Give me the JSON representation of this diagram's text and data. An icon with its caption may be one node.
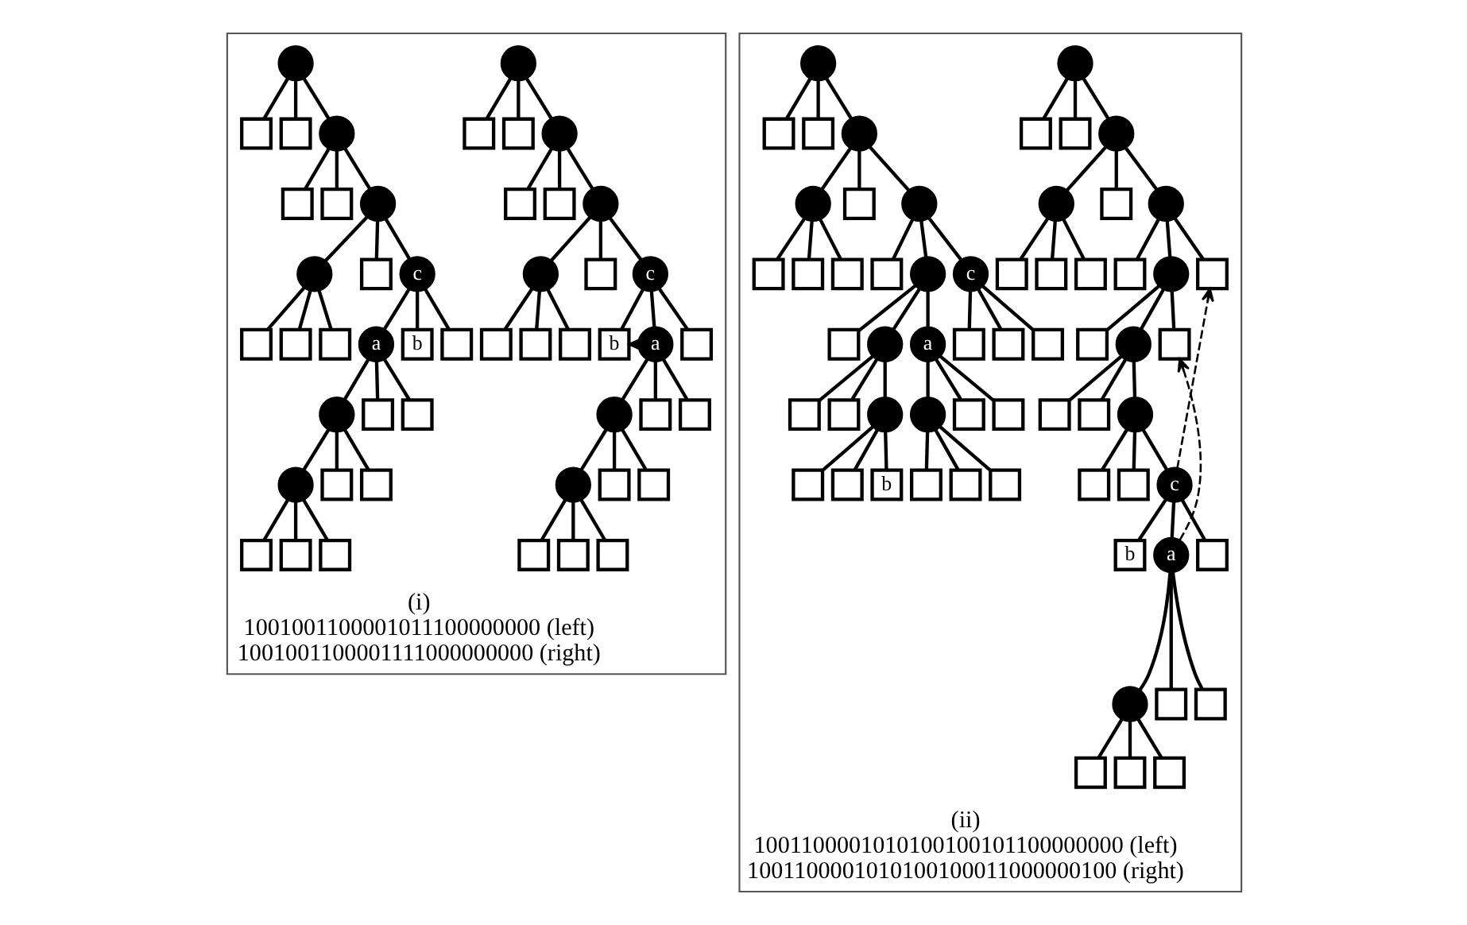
{
  "diagram": {
    "nodes": [
      {
        "text": [
          "(i)",
          "1001001100001011100000000 (left)",
          "1001001100001111000000000 (right)"
        ]
      },
      {
        "text": [],
        "shape": "circle",
        "in": 0
      },
      {
        "text": [],
        "shape": "box",
        "in": 0
      },
      {
        "text": [],
        "shape": "box",
        "in": 0
      },
      {
        "text": [],
        "shape": "circle",
        "in": 0
      },
      {
        "text": [],
        "shape": "box",
        "in": 0
      },
      {
        "text": [],
        "shape": "box",
        "in": 0
      },
      {
        "text": [],
        "shape": "circle",
        "in": 0
      },
      {
        "text": [],
        "shape": "circle",
        "in": 0
      },
      {
        "text": [],
        "shape": "box",
        "in": 0
      },
      {
        "text": [],
        "shape": "box",
        "in": 0
      },
      {
        "text": [],
        "shape": "box",
        "in": 0
      },
      {
        "text": [],
        "shape": "box",
        "in": 0
      },
      {
        "text": [
          "c"
        ],
        "in": 0
      },
      {
        "text": [
          "b"
        ],
        "in": 0
      },
      {
        "text": [
          "a"
        ],
        "in": 0
      },
      {
        "text": [],
        "shape": "circle",
        "in": 0
      },
      {
        "text": [],
        "shape": "circle",
        "in": 0
      },
      {
        "text": [],
        "shape": "box",
        "in": 0
      },
      {
        "text": [],
        "shape": "box",
        "in": 0
      },
      {
        "text": [],
        "shape": "box",
        "in": 0
      },
      {
        "text": [],
        "shape": "box",
        "in": 0
      },
      {
        "text": [],
        "shape": "box",
        "in": 0
      },
      {
        "text": [],
        "shape": "box",
        "in": 0
      },
      {
        "text": [],
        "shape": "box",
        "in": 0
      },
      {
        "text": [],
        "shape": "box",
        "in": 0
      },
      {
        "text": [],
        "shape": "circle",
        "in": 0
      },
      {
        "text": [],
        "shape": "box",
        "in": 0
      },
      {
        "text": [],
        "shape": "box",
        "in": 0
      },
      {
        "text": [],
        "shape": "circle",
        "in": 0
      },
      {
        "text": [],
        "shape": "box",
        "in": 0
      },
      {
        "text": [],
        "shape": "box",
        "in": 0
      },
      {
        "text": [],
        "shape": "circle",
        "in": 0
      },
      {
        "text": [],
        "shape": "circle",
        "in": 0
      },
      {
        "text": [],
        "shape": "box",
        "in": 0
      },
      {
        "text": [],
        "shape": "box",
        "in": 0
      },
      {
        "text": [],
        "shape": "box",
        "in": 0
      },
      {
        "text": [],
        "shape": "box",
        "in": 0
      },
      {
        "text": [
          "c"
        ],
        "in": 0
      },
      {
        "text": [
          "a"
        ],
        "in": 0
      },
      {
        "text": [],
        "shape": "circle",
        "in": 0
      },
      {
        "text": [],
        "shape": "circle",
        "in": 0
      },
      {
        "text": [],
        "shape": "box",
        "in": 0
      },
      {
        "text": [],
        "shape": "box",
        "in": 0
      },
      {
        "text": [],
        "shape": "box",
        "in": 0
      },
      {
        "text": [],
        "shape": "box",
        "in": 0
      },
      {
        "text": [],
        "shape": "box",
        "in": 0
      },
      {
        "text": [],
        "shape": "box",
        "in": 0
      },
      {
        "text": [],
        "shape": "box",
        "in": 0
      },
      {
        "text": [
          "b"
        ],
        "in": 0
      },
      {
        "text": [],
        "shape": "box",
        "in": 0
      },
      {
        "text": [
          "(ii)",
          "1001100001010100100101100000000 (left)",
          "1001100001010100100011000000100 (right)"
        ]
      },
      {
        "text": [],
        "shape": "circle",
        "in": 51
      },
      {
        "text": [],
        "shape": "box",
        "in": 51
      },
      {
        "text": [],
        "shape": "box",
        "in": 51
      },
      {
        "text": [],
        "shape": "circle",
        "in": 51
      },
      {
        "text": [],
        "shape": "circle",
        "in": 51
      },
      {
        "text": [],
        "shape": "box",
        "in": 51
      },
      {
        "text": [],
        "shape": "box",
        "in": 51
      },
      {
        "text": [],
        "shape": "box",
        "in": 51
      },
      {
        "text": [],
        "shape": "box",
        "in": 51
      },
      {
        "text": [],
        "shape": "circle",
        "in": 51
      },
      {
        "text": [],
        "shape": "box",
        "in": 51
      },
      {
        "text": [],
        "shape": "circle",
        "in": 51
      },
      {
        "text": [],
        "shape": "box",
        "in": 51
      },
      {
        "text": [],
        "shape": "circle",
        "in": 51
      },
      {
        "text": [],
        "shape": "box",
        "in": 51
      },
      {
        "text": [],
        "shape": "box",
        "in": 51
      },
      {
        "text": [],
        "shape": "circle",
        "in": 51
      },
      {
        "text": [],
        "shape": "box",
        "in": 51
      },
      {
        "text": [],
        "shape": "box",
        "in": 51
      },
      {
        "text": [
          "c"
        ],
        "in": 51
      },
      {
        "text": [
          "b"
        ],
        "in": 51
      },
      {
        "text": [
          "a"
        ],
        "in": 51
      },
      {
        "text": [],
        "shape": "circle",
        "in": 51
      },
      {
        "text": [],
        "shape": "box",
        "in": 51
      },
      {
        "text": [],
        "shape": "box",
        "in": 51
      },
      {
        "text": [],
        "shape": "box",
        "in": 51
      },
      {
        "text": [],
        "shape": "box",
        "in": 51
      },
      {
        "text": [],
        "shape": "box",
        "in": 51
      },
      {
        "text": [],
        "shape": "box",
        "in": 51
      },
      {
        "text": [],
        "shape": "box",
        "in": 51
      },
      {
        "text": [],
        "shape": "box",
        "in": 51
      },
      {
        "text": [],
        "shape": "circle",
        "in": 51
      },
      {
        "text": [],
        "shape": "box",
        "in": 51
      },
      {
        "text": [],
        "shape": "box",
        "in": 51
      },
      {
        "text": [],
        "shape": "circle",
        "in": 51
      },
      {
        "text": [],
        "shape": "circle",
        "in": 51
      },
      {
        "text": [],
        "shape": "box",
        "in": 51
      },
      {
        "text": [],
        "shape": "box",
        "in": 51
      },
      {
        "text": [],
        "shape": "box",
        "in": 51
      },
      {
        "text": [],
        "shape": "box",
        "in": 51
      },
      {
        "text": [],
        "shape": "circle",
        "in": 51
      },
      {
        "text": [],
        "shape": "box",
        "in": 51
      },
      {
        "text": [],
        "shape": "circle",
        "in": 51
      },
      {
        "text": [],
        "shape": "box",
        "in": 51
      },
      {
        "text": [],
        "shape": "circle",
        "in": 51
      },
      {
        "text": [],
        "shape": "box",
        "in": 51
      },
      {
        "text": [],
        "shape": "box",
        "in": 51
      },
      {
        "text": [],
        "shape": "circle",
        "in": 51
      },
      {
        "text": [],
        "shape": "box",
        "in": 51
      },
      {
        "text": [],
        "shape": "box",
        "in": 51
      },
      {
        "text": [
          "b"
        ],
        "in": 51
      },
      {
        "text": [
          "a"
        ],
        "in": 51
      },
      {
        "text": [],
        "shape": "circle",
        "in": 51
      },
      {
        "text": [],
        "shape": "box",
        "in": 51
      },
      {
        "text": [],
        "shape": "box",
        "in": 51
      },
      {
        "text": [],
        "shape": "box",
        "in": 51
      },
      {
        "text": [],
        "shape": "box",
        "in": 51
      },
      {
        "text": [],
        "shape": "box",
        "in": 51
      },
      {
        "text": [
          "c"
        ],
        "in": 51
      },
      {
        "text": [],
        "shape": "box",
        "in": 51
      },
      {
        "text": [],
        "shape": "box",
        "in": 51
      },
      {
        "text": [],
        "shape": "box",
        "in": 51
      }
    ],
    "edges": [
      {
        "from": 1,
        "to": 2,
        "arrow": "none"
      },
      {
        "from": 1,
        "to": 3,
        "arrow": "none"
      },
      {
        "from": 1,
        "to": 4,
        "arrow": "none"
      },
      {
        "from": 4,
        "to": 5,
        "arrow": "none"
      },
      {
        "from": 4,
        "to": 6,
        "arrow": "none"
      },
      {
        "from": 4,
        "to": 7,
        "arrow": "none"
      },
      {
        "from": 7,
        "to": 8,
        "arrow": "none"
      },
      {
        "from": 8,
        "to": 9,
        "arrow": "none"
      },
      {
        "from": 8,
        "to": 10,
        "arrow": "none"
      },
      {
        "from": 8,
        "to": 11,
        "arrow": "none"
      },
      {
        "from": 7,
        "to": 12,
        "arrow": "none"
      },
      {
        "from": 7,
        "to": 13,
        "arrow": "none"
      },
      {
        "from": 13,
        "to": 14,
        "arrow": "none"
      },
      {
        "from": 13,
        "to": 15,
        "arrow": "none"
      },
      {
        "from": 15,
        "to": 16,
        "arrow": "none"
      },
      {
        "from": 16,
        "to": 17,
        "arrow": "none"
      },
      {
        "from": 17,
        "to": 18,
        "arrow": "none"
      },
      {
        "from": 17,
        "to": 19,
        "arrow": "none"
      },
      {
        "from": 17,
        "to": 20,
        "arrow": "none"
      },
      {
        "from": 16,
        "to": 21,
        "arrow": "none"
      },
      {
        "from": 16,
        "to": 22,
        "arrow": "none"
      },
      {
        "from": 15,
        "to": 23,
        "arrow": "none"
      },
      {
        "from": 15,
        "to": 24,
        "arrow": "none"
      },
      {
        "from": 13,
        "to": 25,
        "arrow": "none"
      },
      {
        "from": 15,
        "to": 14,
        "arrow": "to",
        "style": "dashed"
      },
      {
        "from": 26,
        "to": 27,
        "arrow": "none"
      },
      {
        "from": 26,
        "to": 28,
        "arrow": "none"
      },
      {
        "from": 26,
        "to": 29,
        "arrow": "none"
      },
      {
        "from": 29,
        "to": 30,
        "arrow": "none"
      },
      {
        "from": 29,
        "to": 31,
        "arrow": "none"
      },
      {
        "from": 29,
        "to": 32,
        "arrow": "none"
      },
      {
        "from": 32,
        "to": 33,
        "arrow": "none"
      },
      {
        "from": 33,
        "to": 34,
        "arrow": "none"
      },
      {
        "from": 33,
        "to": 35,
        "arrow": "none"
      },
      {
        "from": 33,
        "to": 36,
        "arrow": "none"
      },
      {
        "from": 32,
        "to": 37,
        "arrow": "none"
      },
      {
        "from": 32,
        "to": 38,
        "arrow": "none"
      },
      {
        "from": 38,
        "to": 39,
        "arrow": "none"
      },
      {
        "from": 39,
        "to": 40,
        "arrow": "none"
      },
      {
        "from": 40,
        "to": 41,
        "arrow": "none"
      },
      {
        "from": 41,
        "to": 42,
        "arrow": "none"
      },
      {
        "from": 41,
        "to": 43,
        "arrow": "none"
      },
      {
        "from": 41,
        "to": 44,
        "arrow": "none"
      },
      {
        "from": 40,
        "to": 45,
        "arrow": "none"
      },
      {
        "from": 40,
        "to": 46,
        "arrow": "none"
      },
      {
        "from": 39,
        "to": 47,
        "arrow": "none"
      },
      {
        "from": 39,
        "to": 48,
        "arrow": "none"
      },
      {
        "from": 38,
        "to": 49,
        "arrow": "none"
      },
      {
        "from": 38,
        "to": 50,
        "arrow": "none"
      },
      {
        "from": 52,
        "to": 53,
        "arrow": "none"
      },
      {
        "from": 52,
        "to": 54,
        "arrow": "none"
      },
      {
        "from": 52,
        "to": 55,
        "arrow": "none"
      },
      {
        "from": 55,
        "to": 56,
        "arrow": "none"
      },
      {
        "from": 56,
        "to": 57,
        "arrow": "none"
      },
      {
        "from": 56,
        "to": 58,
        "arrow": "none"
      },
      {
        "from": 56,
        "to": 59,
        "arrow": "none"
      },
      {
        "from": 55,
        "to": 60,
        "arrow": "none"
      },
      {
        "from": 55,
        "to": 61,
        "arrow": "none"
      },
      {
        "from": 61,
        "to": 62,
        "arrow": "none"
      },
      {
        "from": 61,
        "to": 63,
        "arrow": "none"
      },
      {
        "from": 63,
        "to": 64,
        "arrow": "none"
      },
      {
        "from": 63,
        "to": 65,
        "arrow": "none"
      },
      {
        "from": 65,
        "to": 66,
        "arrow": "none"
      },
      {
        "from": 65,
        "to": 67,
        "arrow": "none"
      },
      {
        "from": 65,
        "to": 68,
        "arrow": "none"
      },
      {
        "from": 68,
        "to": 69,
        "arrow": "none"
      },
      {
        "from": 68,
        "to": 70,
        "arrow": "none"
      },
      {
        "from": 68,
        "to": 71,
        "arrow": "none"
      },
      {
        "from": 71,
        "to": 72,
        "arrow": "none"
      },
      {
        "from": 71,
        "to": 73,
        "arrow": "none"
      },
      {
        "from": 73,
        "to": 74,
        "arrow": "none"
      },
      {
        "from": 74,
        "to": 75,
        "arrow": "none"
      },
      {
        "from": 74,
        "to": 76,
        "arrow": "none"
      },
      {
        "from": 74,
        "to": 77,
        "arrow": "none"
      },
      {
        "from": 73,
        "to": 78,
        "arrow": "none"
      },
      {
        "from": 73,
        "to": 79,
        "arrow": "none"
      },
      {
        "from": 71,
        "to": 80,
        "arrow": "none"
      },
      {
        "from": 63,
        "to": 81,
        "arrow": "none"
      },
      {
        "from": 61,
        "to": 82,
        "arrow": "none"
      },
      {
        "from": 71,
        "to": 82,
        "arrow": "to",
        "style": "dashed"
      },
      {
        "from": 73,
        "to": 81,
        "arrow": "to",
        "style": "dashed"
      },
      {
        "from": 83,
        "to": 84,
        "arrow": "none"
      },
      {
        "from": 83,
        "to": 85,
        "arrow": "none"
      },
      {
        "from": 83,
        "to": 86,
        "arrow": "none"
      },
      {
        "from": 86,
        "to": 87,
        "arrow": "none"
      },
      {
        "from": 87,
        "to": 88,
        "arrow": "none"
      },
      {
        "from": 87,
        "to": 89,
        "arrow": "none"
      },
      {
        "from": 87,
        "to": 90,
        "arrow": "none"
      },
      {
        "from": 86,
        "to": 91,
        "arrow": "none"
      },
      {
        "from": 86,
        "to": 92,
        "arrow": "none"
      },
      {
        "from": 92,
        "to": 93,
        "arrow": "none"
      },
      {
        "from": 92,
        "to": 94,
        "arrow": "none"
      },
      {
        "from": 94,
        "to": 95,
        "arrow": "none"
      },
      {
        "from": 94,
        "to": 96,
        "arrow": "none"
      },
      {
        "from": 96,
        "to": 97,
        "arrow": "none"
      },
      {
        "from": 96,
        "to": 98,
        "arrow": "none"
      },
      {
        "from": 96,
        "to": 99,
        "arrow": "none"
      },
      {
        "from": 99,
        "to": 100,
        "arrow": "none"
      },
      {
        "from": 99,
        "to": 101,
        "arrow": "none"
      },
      {
        "from": 99,
        "to": 102,
        "arrow": "none"
      },
      {
        "from": 94,
        "to": 103,
        "arrow": "none"
      },
      {
        "from": 103,
        "to": 104,
        "arrow": "none"
      },
      {
        "from": 104,
        "to": 105,
        "arrow": "none"
      },
      {
        "from": 104,
        "to": 106,
        "arrow": "none"
      },
      {
        "from": 104,
        "to": 107,
        "arrow": "none"
      },
      {
        "from": 103,
        "to": 108,
        "arrow": "none"
      },
      {
        "from": 103,
        "to": 109,
        "arrow": "none"
      },
      {
        "from": 92,
        "to": 110,
        "arrow": "none"
      },
      {
        "from": 110,
        "to": 111,
        "arrow": "none"
      },
      {
        "from": 110,
        "to": 112,
        "arrow": "none"
      },
      {
        "from": 110,
        "to": 113,
        "arrow": "none"
      }
    ]
  }
}
